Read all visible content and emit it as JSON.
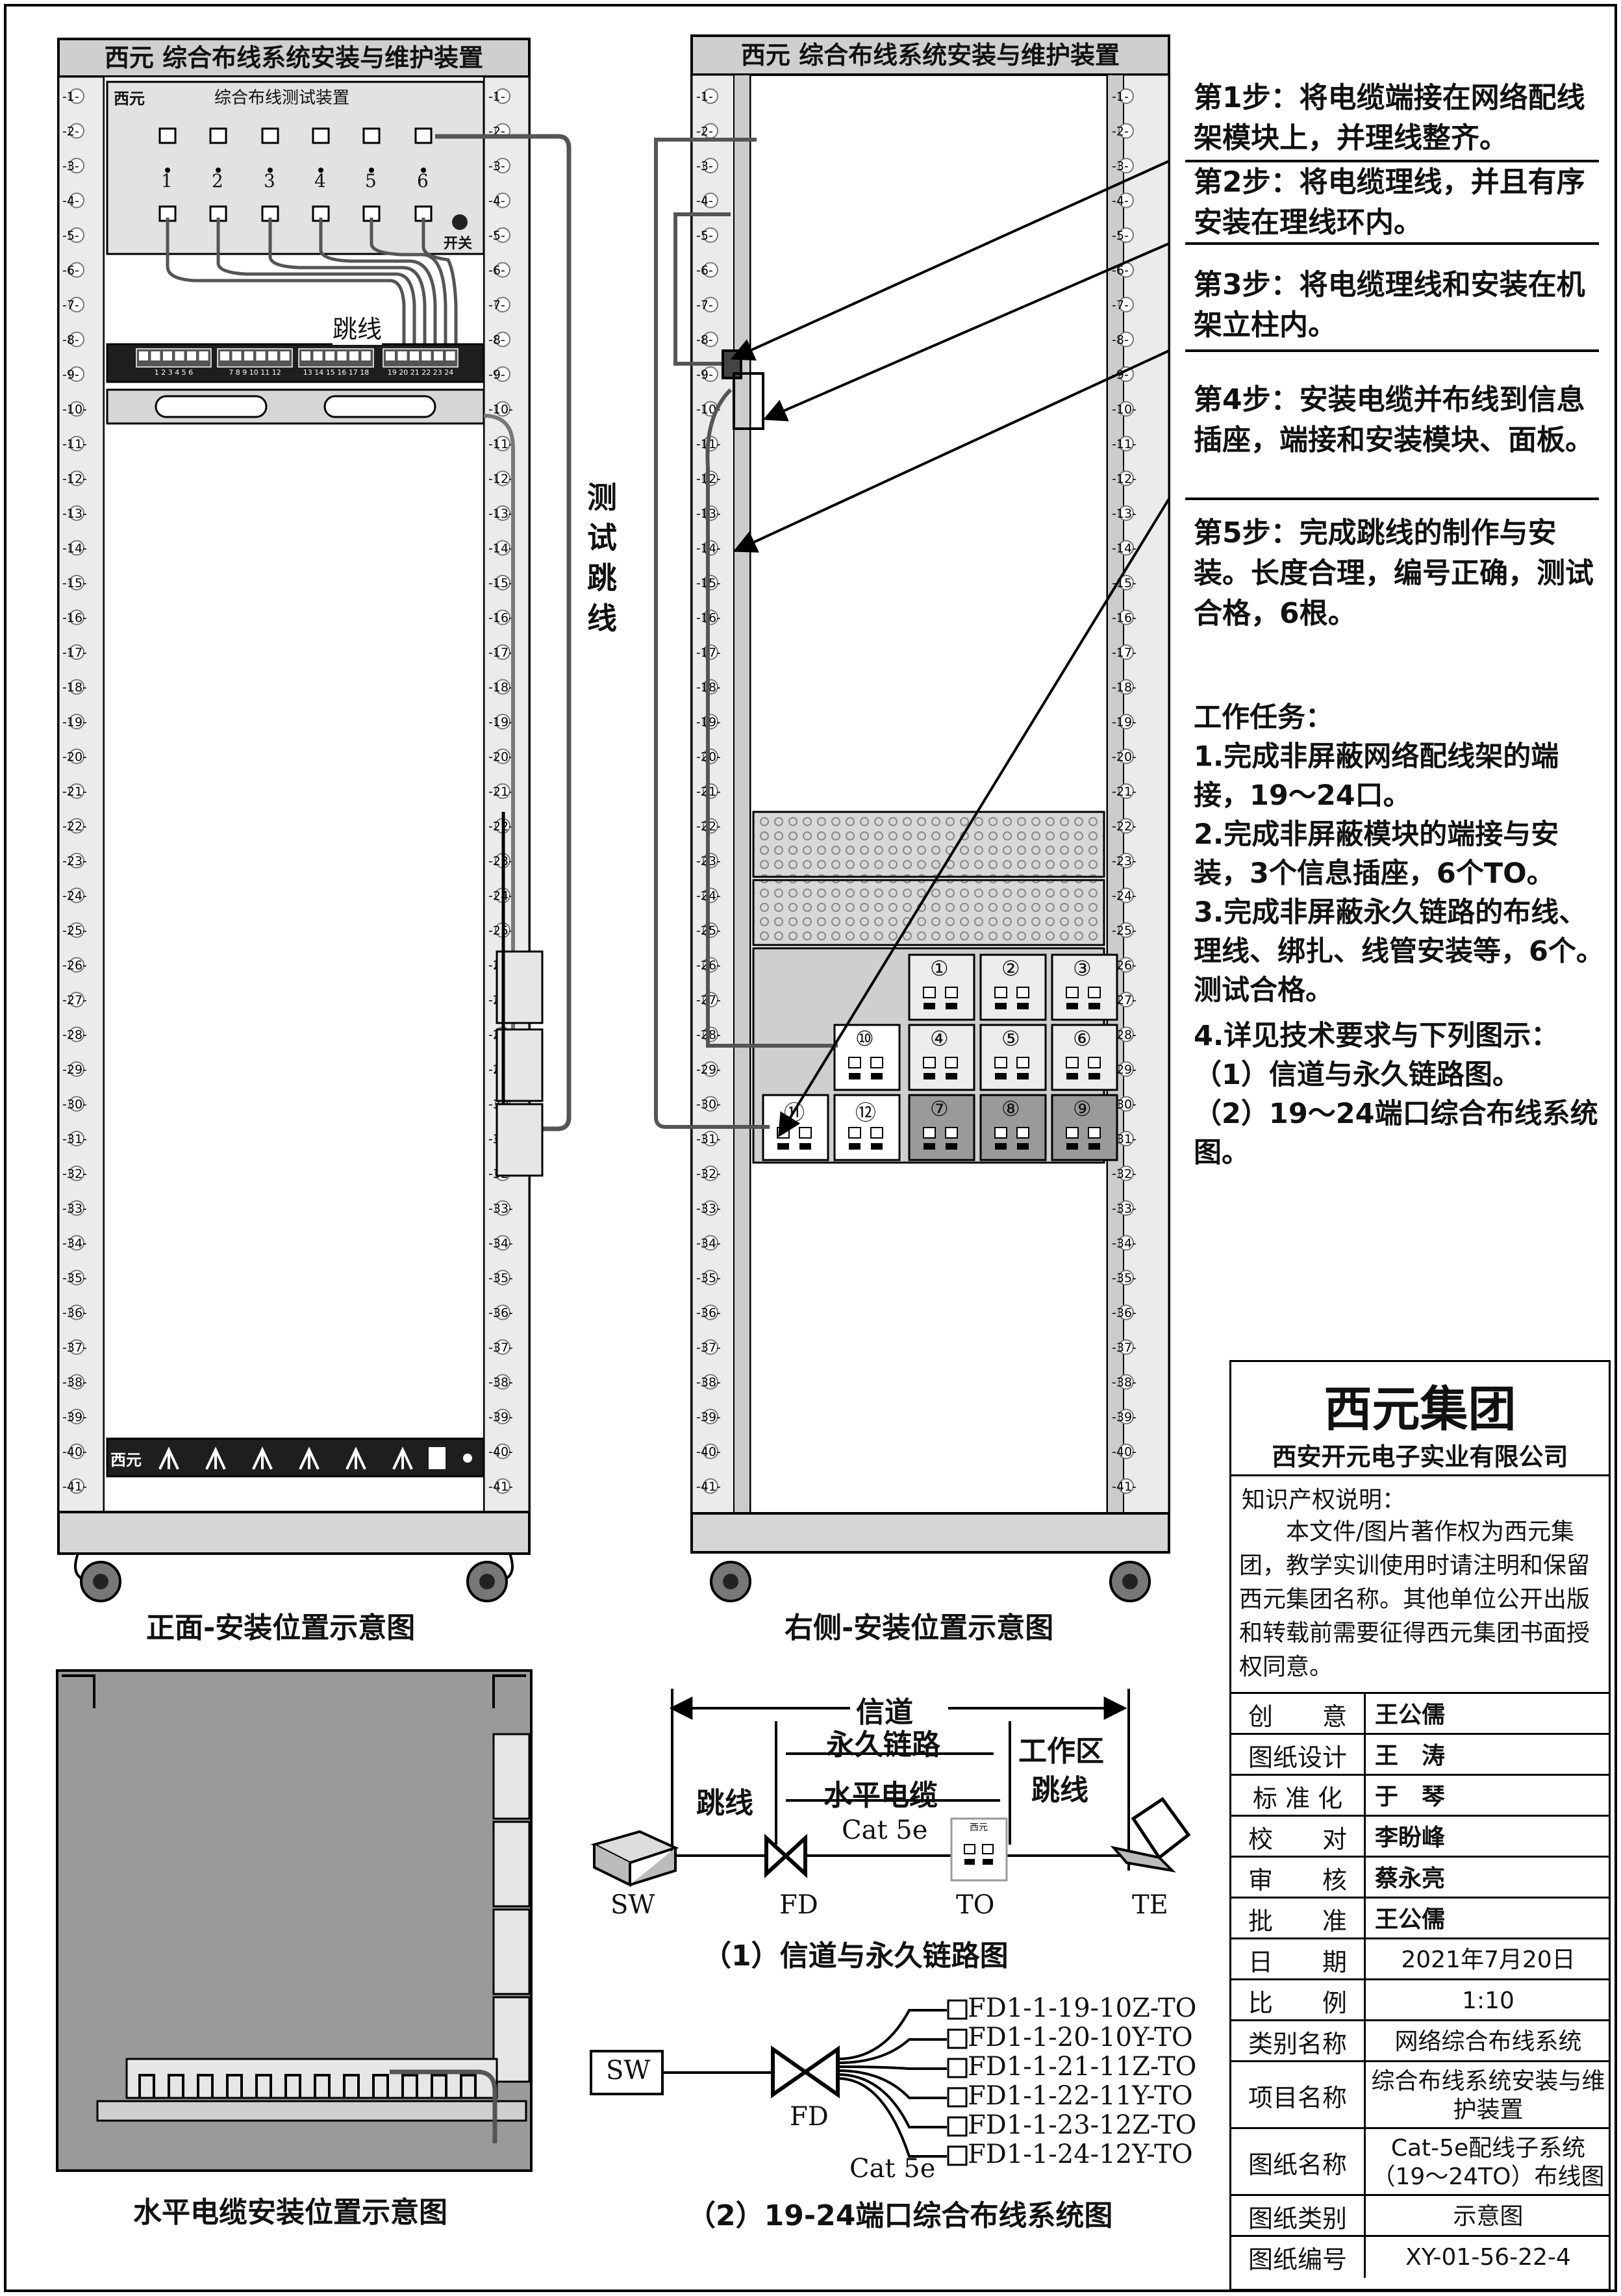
{
  "rack_header": "西元  综合布线系统安装与维护装置",
  "tester": {
    "title": "综合布线测试装置",
    "logo": "西元",
    "ports": [
      "1",
      "2",
      "3",
      "4",
      "5",
      "6"
    ],
    "switch_label": "开关"
  },
  "jumper_label": "跳线",
  "test_jumper_label": "测试跳线",
  "patch_panel_numbers": [
    "1 2 3 4 5 6",
    "7 8 9 10 11 12",
    "13 14 15 16 17 18",
    "19 20 21 22 23 24"
  ],
  "pdu_logo": "西元",
  "captions": {
    "front": "正面-安装位置示意图",
    "side": "右侧-安装位置示意图",
    "horizontal": "水平电缆安装位置示意图"
  },
  "steps": [
    "第1步：将电缆端接在网络配线架模块上，并理线整齐。",
    "第2步：将电缆理线，并且有序安装在理线环内。",
    "第3步：将电缆理线和安装在机架立柱内。",
    "第4步：安装电缆并布线到信息插座，端接和安装模块、面板。",
    "第5步：完成跳线的制作与安装。长度合理，编号正确，测试合格，6根。"
  ],
  "tasks": {
    "title": "工作任务：",
    "items": [
      "1.完成非屏蔽网络配线架的端接，19～24口。",
      "2.完成非屏蔽模块的端接与安装，3个信息插座，6个TO。",
      "3.完成非屏蔽永久链路的布线、理线、绑扎、线管安装等，6个。测试合格。",
      "4.详见技术要求与下列图示：",
      "（1）信道与永久链路图。",
      "（2）19～24端口综合布线系统图。"
    ]
  },
  "outlets": [
    "①",
    "②",
    "③",
    "④",
    "⑤",
    "⑥",
    "⑦",
    "⑧",
    "⑨",
    "⑩",
    "⑪",
    "⑫"
  ],
  "channel_diagram": {
    "channel": "信道",
    "permanent_link": "永久链路",
    "patch_cord": "跳线",
    "horizontal_cable": "水平电缆",
    "work_area": "工作区",
    "work_area_cord": "跳线",
    "cable": "Cat 5e",
    "to_logo": "西元",
    "nodes": [
      "SW",
      "FD",
      "TO",
      "TE"
    ],
    "caption": "（1）信道与永久链路图"
  },
  "system_diagram": {
    "sw": "SW",
    "fd": "FD",
    "cable": "Cat 5e",
    "links": [
      "FD1-1-19-10Z-TO",
      "FD1-1-20-10Y-TO",
      "FD1-1-21-11Z-TO",
      "FD1-1-22-11Y-TO",
      "FD1-1-23-12Z-TO",
      "FD1-1-24-12Y-TO"
    ],
    "caption": "（2）19-24端口综合布线系统图"
  },
  "title_block": {
    "group": "西元集团",
    "company": "西安开元电子实业有限公司",
    "ip_title": "知识产权说明：",
    "ip_text": "本文件/图片著作权为西元集团，教学实训使用时请注明和保留西元集团名称。其他单位公开出版和转载前需要征得西元集团书面授权同意。",
    "rows": [
      {
        "label": "创　　意",
        "value": "王公儒"
      },
      {
        "label": "图纸设计",
        "value": "王　涛"
      },
      {
        "label": "标 准 化",
        "value": "于　琴"
      },
      {
        "label": "校　　对",
        "value": "李盼峰"
      },
      {
        "label": "审　　核",
        "value": "蔡永亮"
      },
      {
        "label": "批　　准",
        "value": "王公儒"
      },
      {
        "label": "日　　期",
        "value": "2021年7月20日"
      },
      {
        "label": "比　　例",
        "value": "1:10"
      },
      {
        "label": "类别名称",
        "value": "网络综合布线系统"
      },
      {
        "label": "项目名称",
        "value": "综合布线系统安装与维护装置"
      },
      {
        "label": "图纸名称",
        "value": "Cat-5e配线子系统（19～24TO）布线图"
      },
      {
        "label": "图纸类别",
        "value": "示意图"
      },
      {
        "label": "图纸编号",
        "value": "XY-01-56-22-4"
      }
    ]
  }
}
